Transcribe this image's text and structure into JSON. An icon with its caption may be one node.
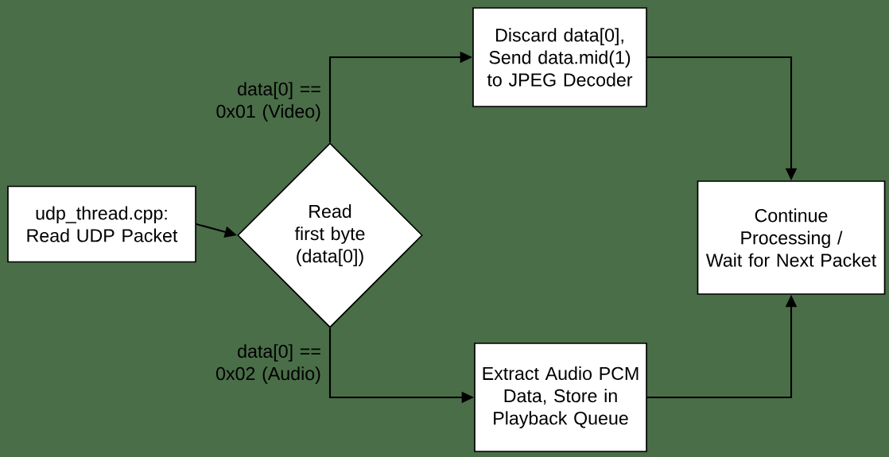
{
  "diagram": {
    "nodes": [
      {
        "text": [
          "udp_thread.cpp: Read UDP Packet"
        ]
      },
      {
        "text": [
          "Read first byte (data[0])"
        ]
      },
      {
        "text": [
          "Discard data[0], Send data.mid(1) to JPEG Decoder"
        ]
      },
      {
        "text": [
          "Continue Processing / Wait for Next Packet"
        ]
      },
      {
        "text": [
          "Extract Audio PCM Data, Store in Playback Queue"
        ]
      }
    ],
    "edges": [
      {
        "from": 0,
        "to": 1,
        "arrow": "to"
      },
      {
        "from": 1,
        "to": 2,
        "arrow": "to",
        "label": "data[0] == 0x01 (Video)"
      },
      {
        "from": 1,
        "to": 4,
        "arrow": "to",
        "label": "data[0] == 0x02 (Audio)"
      },
      {
        "from": 2,
        "to": 3,
        "arrow": "to"
      },
      {
        "from": 4,
        "to": 3,
        "arrow": "to"
      }
    ]
  }
}
